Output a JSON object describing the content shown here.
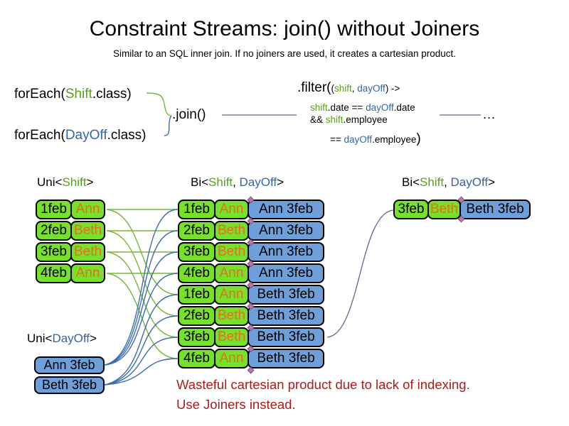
{
  "title": "Constraint Streams: join() without Joiners",
  "subtitle": "Similar to an SQL inner join. If no joiners are used, it creates a cartesian product.",
  "code": {
    "foreach_shift": {
      "pre": "forEach(",
      "cls": "Shift",
      "post": ".class)"
    },
    "foreach_dayoff": {
      "pre": "forEach(",
      "cls": "DayOff",
      "post": ".class)"
    },
    "join": ".join()",
    "filter": {
      "call": ".filter(",
      "open": "(",
      "arg1": "shift",
      "comma": ", ",
      "arg2": "dayOff",
      "arrow": ") ->",
      "line2": {
        "g": "shift",
        "t1": ".date == ",
        "b": "dayOff",
        "t2": ".date"
      },
      "line3": {
        "t1": "&& ",
        "g": "shift",
        "t2": ".employee"
      },
      "line4": {
        "t1": "== ",
        "b": "dayOff",
        "t2": ".employee",
        "close": ")"
      }
    },
    "ellipsis": "..."
  },
  "labels": {
    "uni_shift": {
      "pre": "Uni<",
      "cls": "Shift",
      "post": ">"
    },
    "bi": {
      "pre": "Bi<",
      "cls1": "Shift",
      "sep": ", ",
      "cls2": "DayOff",
      "post": ">"
    },
    "uni_dayoff": {
      "pre": "Uni<",
      "cls": "DayOff",
      "post": ">"
    }
  },
  "shift_rows": [
    {
      "date": "1feb",
      "name": "Ann"
    },
    {
      "date": "2feb",
      "name": "Beth"
    },
    {
      "date": "3feb",
      "name": "Beth"
    },
    {
      "date": "4feb",
      "name": "Ann"
    }
  ],
  "dayoff_rows": [
    {
      "label": "Ann 3feb"
    },
    {
      "label": "Beth 3feb"
    }
  ],
  "pair_rows": [
    {
      "date": "1feb",
      "name": "Ann",
      "dayoff": "Ann 3feb"
    },
    {
      "date": "2feb",
      "name": "Beth",
      "dayoff": "Ann 3feb"
    },
    {
      "date": "3feb",
      "name": "Beth",
      "dayoff": "Ann 3feb"
    },
    {
      "date": "4feb",
      "name": "Ann",
      "dayoff": "Ann 3feb"
    },
    {
      "date": "1feb",
      "name": "Ann",
      "dayoff": "Beth 3feb"
    },
    {
      "date": "2feb",
      "name": "Beth",
      "dayoff": "Beth 3feb"
    },
    {
      "date": "3feb",
      "name": "Beth",
      "dayoff": "Beth 3feb"
    },
    {
      "date": "4feb",
      "name": "Ann",
      "dayoff": "Beth 3feb"
    }
  ],
  "result_row": {
    "date": "3feb",
    "name": "Beth",
    "dayoff": "Beth 3feb"
  },
  "note": {
    "line1": "Wasteful cartesian product due to lack of indexing.",
    "line2": "Use Joiners instead."
  },
  "colors": {
    "box_green": "#76e02c",
    "box_blue": "#6f9fd8",
    "name_orange": "#e8701a",
    "code_green": "#5b9f1f",
    "code_blue": "#3465a4",
    "line_green": "#7ab53a",
    "line_blue": "#3d6daf",
    "line_purple": "#7a5892",
    "note_red": "#b01a18",
    "diamond": "#b57ba9"
  }
}
